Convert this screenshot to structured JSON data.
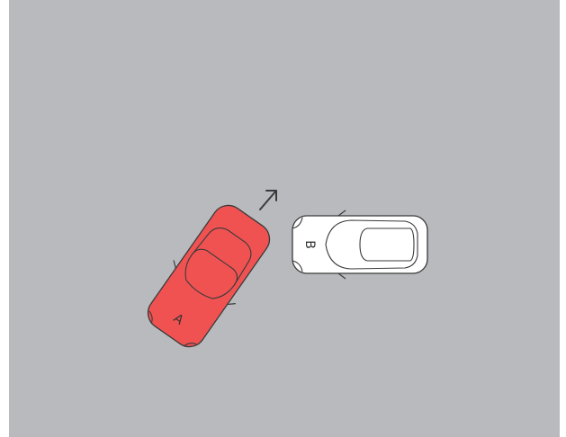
{
  "scene": {
    "background_color": "#b9babe",
    "outline_color": "#3a3a3a"
  },
  "vehicles": [
    {
      "id": "A",
      "label": "A",
      "color": "#f05252",
      "window_color": "#f05252"
    },
    {
      "id": "B",
      "label": "B",
      "color": "#ffffff",
      "window_color": "#ffffff"
    }
  ],
  "direction_arrow": {
    "icon": "arrow-up-right-icon",
    "color": "#3a3a3a"
  }
}
